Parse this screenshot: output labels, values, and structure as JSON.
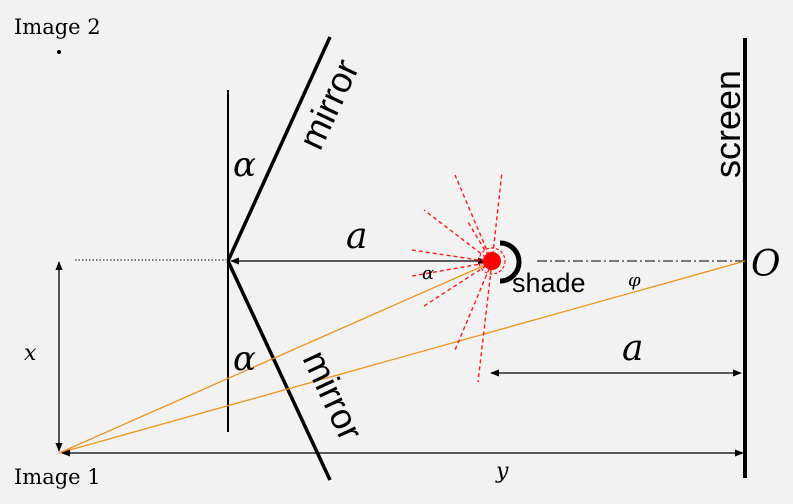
{
  "labels": {
    "image1": "Image 1",
    "image2": "Image 2",
    "mirror_upper": "mirror",
    "mirror_lower": "mirror",
    "screen": "screen",
    "shade": "shade",
    "origin": "O",
    "distance_a_left": "a",
    "distance_a_right": "a",
    "distance_x": "x",
    "distance_y": "y",
    "angle_alpha_upper": "α",
    "angle_alpha_lower": "α",
    "angle_alpha_small": "α",
    "angle_phi": "φ"
  },
  "colors": {
    "background": "#f2f2f2",
    "ink": "#000000",
    "ray": "#f0941e",
    "source": "#ff0000",
    "source_rays": "#ff1a1a"
  }
}
